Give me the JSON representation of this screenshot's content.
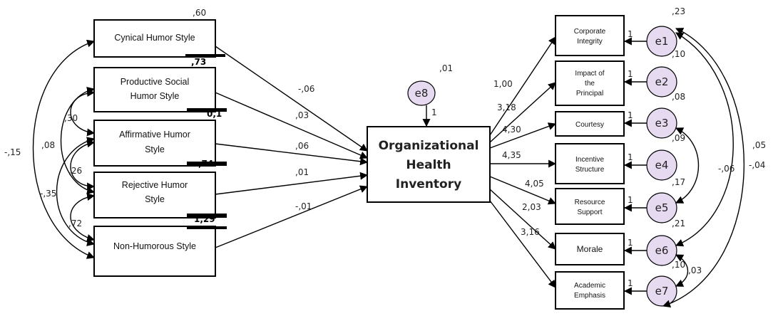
{
  "center": {
    "lines": [
      "Organizational",
      "Health",
      "Inventory"
    ]
  },
  "e8": {
    "label": "e8",
    "variance": ",01",
    "loading": "1"
  },
  "left_boxes": [
    {
      "lines": [
        "Cynical Humor Style"
      ],
      "variance": ",60",
      "coef": "-,06"
    },
    {
      "lines": [
        "Productive Social",
        "Humor Style"
      ],
      "variance": ",73",
      "coef": ",03"
    },
    {
      "lines": [
        "Affirmative Humor",
        "Style"
      ],
      "variance": "0,1",
      "coef": ",06"
    },
    {
      "lines": [
        "Rejective Humor",
        "Style"
      ],
      "variance": ",74",
      "coef": ",01"
    },
    {
      "lines": [
        "Non-Humorous Style"
      ],
      "variance": "1,29",
      "coef": "-,01"
    }
  ],
  "left_covariances": [
    {
      "label": ",30"
    },
    {
      "label": ",26"
    },
    {
      "label": ",72"
    },
    {
      "label": ",08"
    },
    {
      "label": "-,35"
    },
    {
      "label": "-,15"
    }
  ],
  "right_boxes": [
    {
      "lines": [
        "Corporate",
        "Integrity"
      ],
      "loading": "1,00",
      "error": "e1",
      "err_var": ",23"
    },
    {
      "lines": [
        "Impact of",
        "the",
        "Principal"
      ],
      "loading": "3,18",
      "error": "e2",
      "err_var": ",10"
    },
    {
      "lines": [
        "Courtesy"
      ],
      "loading": "4,30",
      "error": "e3",
      "err_var": ",08"
    },
    {
      "lines": [
        "Incentive",
        "Structure"
      ],
      "loading": "4,35",
      "error": "e4",
      "err_var": ",09"
    },
    {
      "lines": [
        "Resource",
        "Support"
      ],
      "loading": "4,05",
      "error": "e5",
      "err_var": ",17"
    },
    {
      "lines": [
        "Morale"
      ],
      "loading": "2,03",
      "error": "e6",
      "err_var": ",21"
    },
    {
      "lines": [
        "Academic",
        "Emphasis"
      ],
      "loading": "3,16",
      "error": "e7",
      "err_var": ",10"
    }
  ],
  "error_path_label": "1",
  "right_covariances": [
    {
      "label": "-,06"
    },
    {
      "label": ",03"
    },
    {
      "label": ",05"
    },
    {
      "label": "-,04"
    }
  ]
}
